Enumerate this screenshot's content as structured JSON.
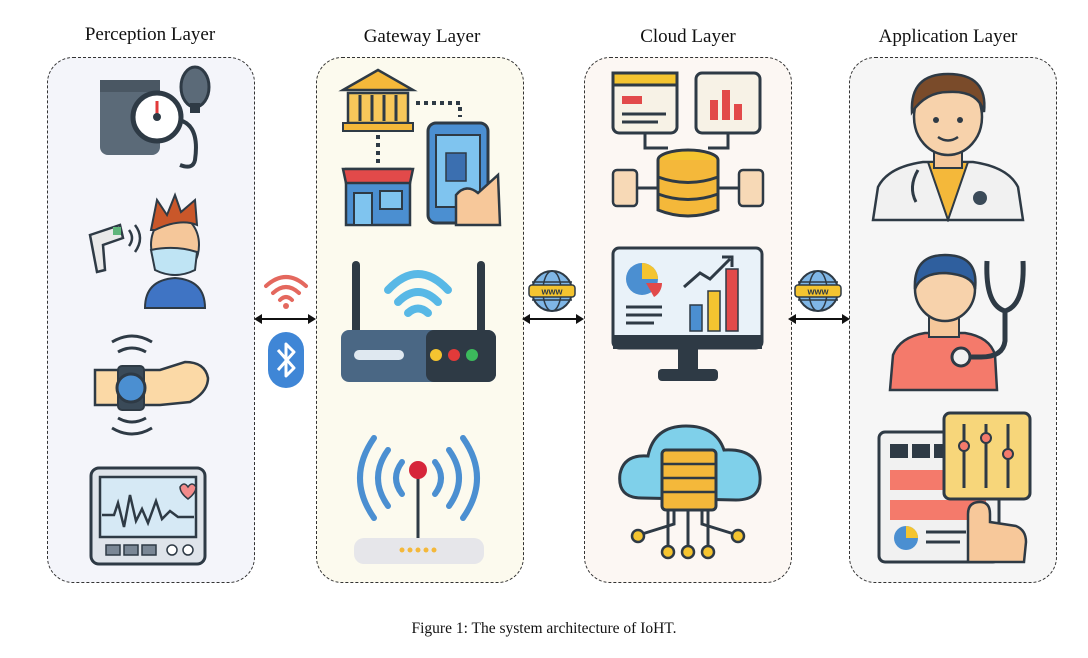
{
  "layers": [
    {
      "title": "Perception Layer",
      "color": "#f4f5fa"
    },
    {
      "title": "Gateway Layer",
      "color": "#fcfaee"
    },
    {
      "title": "Cloud Layer",
      "color": "#fcf7f3"
    },
    {
      "title": "Application Layer",
      "color": "#f6f6f6"
    }
  ],
  "connectors": [
    {
      "icons": [
        "wifi-icon",
        "bluetooth-icon"
      ]
    },
    {
      "icons": [
        "www-globe-icon"
      ]
    },
    {
      "icons": [
        "www-globe-icon"
      ]
    }
  ],
  "www_label": "www",
  "caption": "Figure 1: The system architecture of IoHT."
}
